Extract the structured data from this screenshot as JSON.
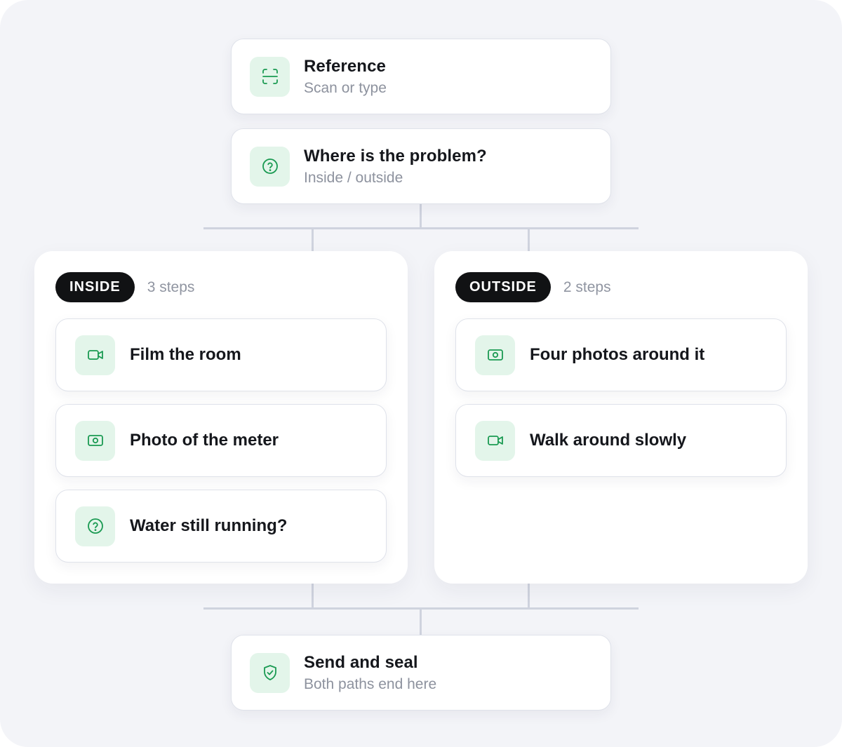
{
  "colors": {
    "accent": "#1a9a52",
    "icon_tile_bg": "#e3f5ea",
    "connector": "#cfd3de",
    "pill_bg": "#111214"
  },
  "top_nodes": [
    {
      "icon": "scan-icon",
      "title": "Reference",
      "subtitle": "Scan or type"
    },
    {
      "icon": "question-icon",
      "title": "Where is the problem?",
      "subtitle": "Inside / outside"
    }
  ],
  "branches": [
    {
      "label": "INSIDE",
      "count": "3 steps",
      "steps": [
        {
          "icon": "video-icon",
          "label": "Film the room"
        },
        {
          "icon": "camera-icon",
          "label": "Photo of the meter"
        },
        {
          "icon": "question-icon",
          "label": "Water still running?"
        }
      ]
    },
    {
      "label": "OUTSIDE",
      "count": "2 steps",
      "steps": [
        {
          "icon": "camera-icon",
          "label": "Four photos around it"
        },
        {
          "icon": "video-icon",
          "label": "Walk around slowly"
        }
      ]
    }
  ],
  "final_node": {
    "icon": "shield-check-icon",
    "title": "Send and seal",
    "subtitle": "Both paths end here"
  }
}
